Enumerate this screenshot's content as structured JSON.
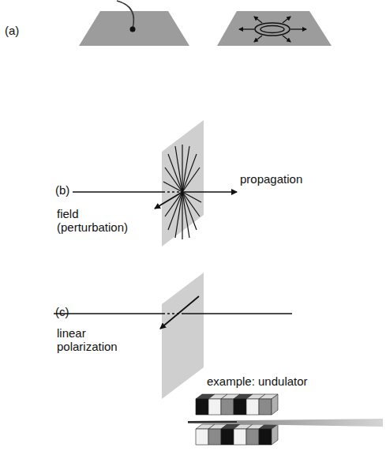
{
  "diagram": {
    "labels": [
      "(a)",
      "(b)",
      "field (perturbation)",
      "propagation",
      "(c)",
      "linear polarization",
      "example: undulator"
    ]
  }
}
